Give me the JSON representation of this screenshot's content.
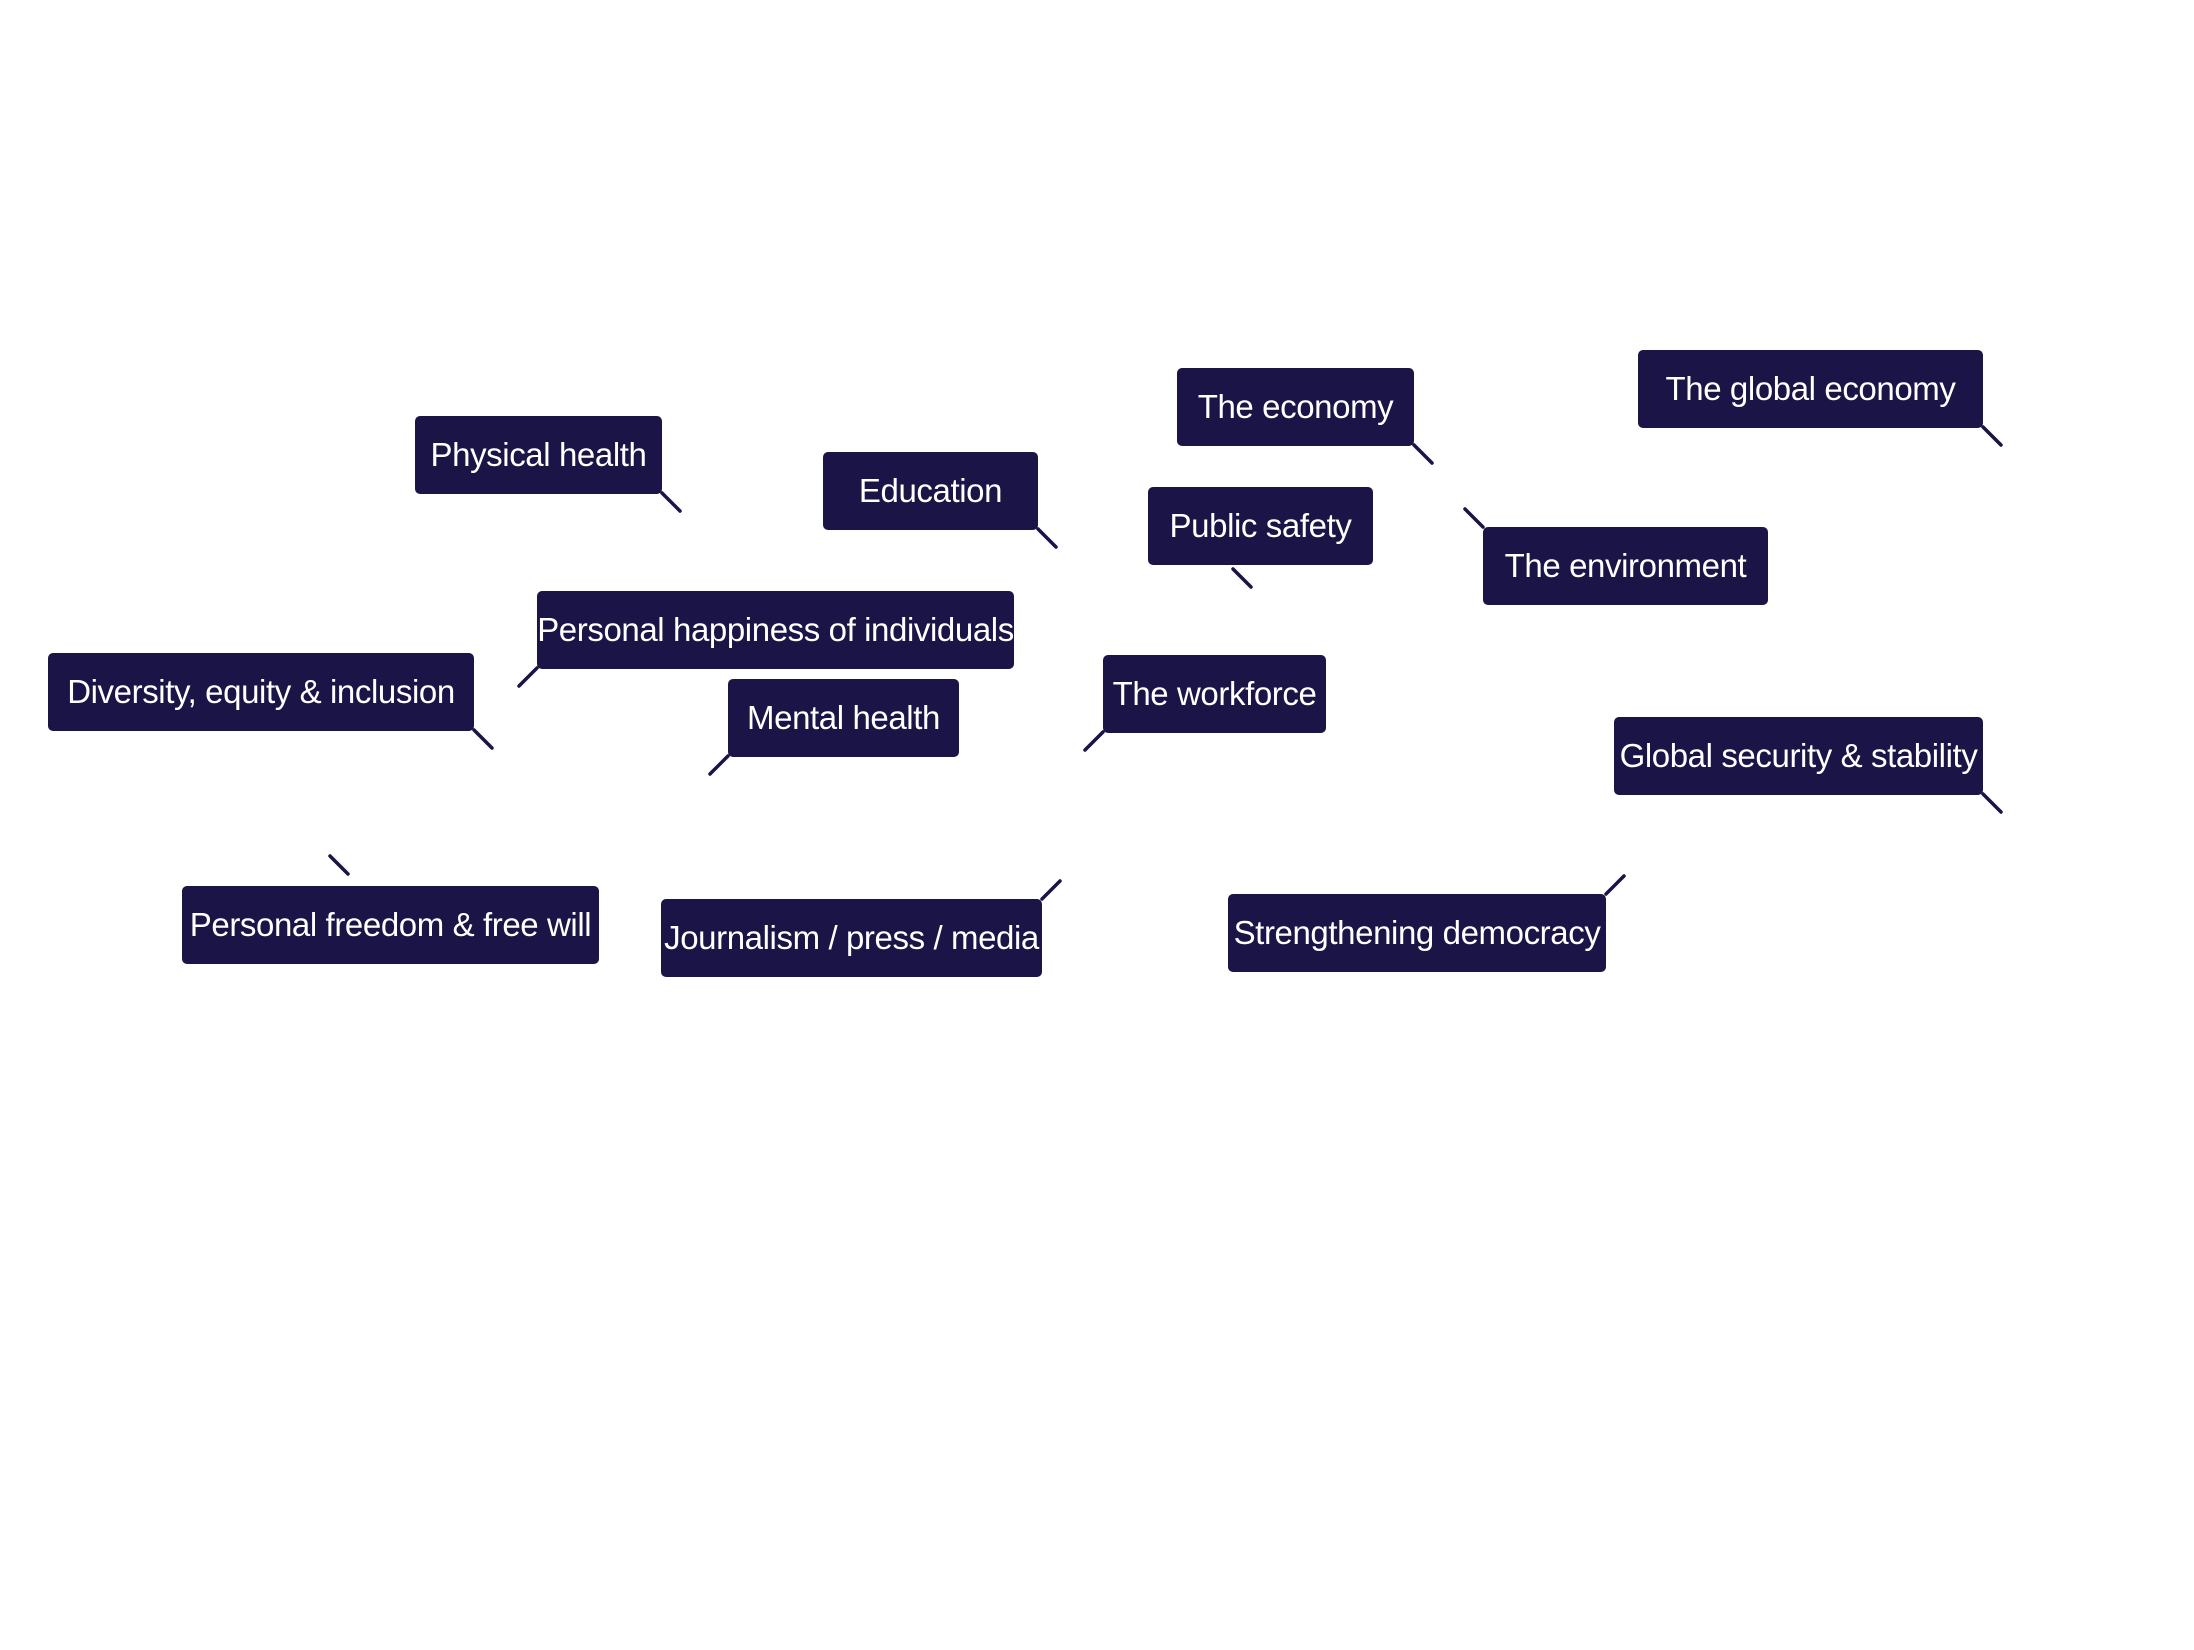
{
  "chart_data": {
    "type": "scatter",
    "title": "",
    "xlabel": "",
    "ylabel": "",
    "legend": "none",
    "grid": false,
    "colors": {
      "label_bg": "#1b1446",
      "label_text": "#ffffff",
      "leader_line": "#1b1446"
    },
    "points": [
      {
        "label": "Physical health"
      },
      {
        "label": "Education"
      },
      {
        "label": "The economy"
      },
      {
        "label": "The global economy"
      },
      {
        "label": "Public safety"
      },
      {
        "label": "The environment"
      },
      {
        "label": "Personal happiness of individuals"
      },
      {
        "label": "Diversity, equity & inclusion"
      },
      {
        "label": "Mental health"
      },
      {
        "label": "The workforce"
      },
      {
        "label": "Global security & stability"
      },
      {
        "label": "Personal freedom & free will"
      },
      {
        "label": "Journalism / press / media"
      },
      {
        "label": "Strengthening democracy"
      }
    ]
  }
}
